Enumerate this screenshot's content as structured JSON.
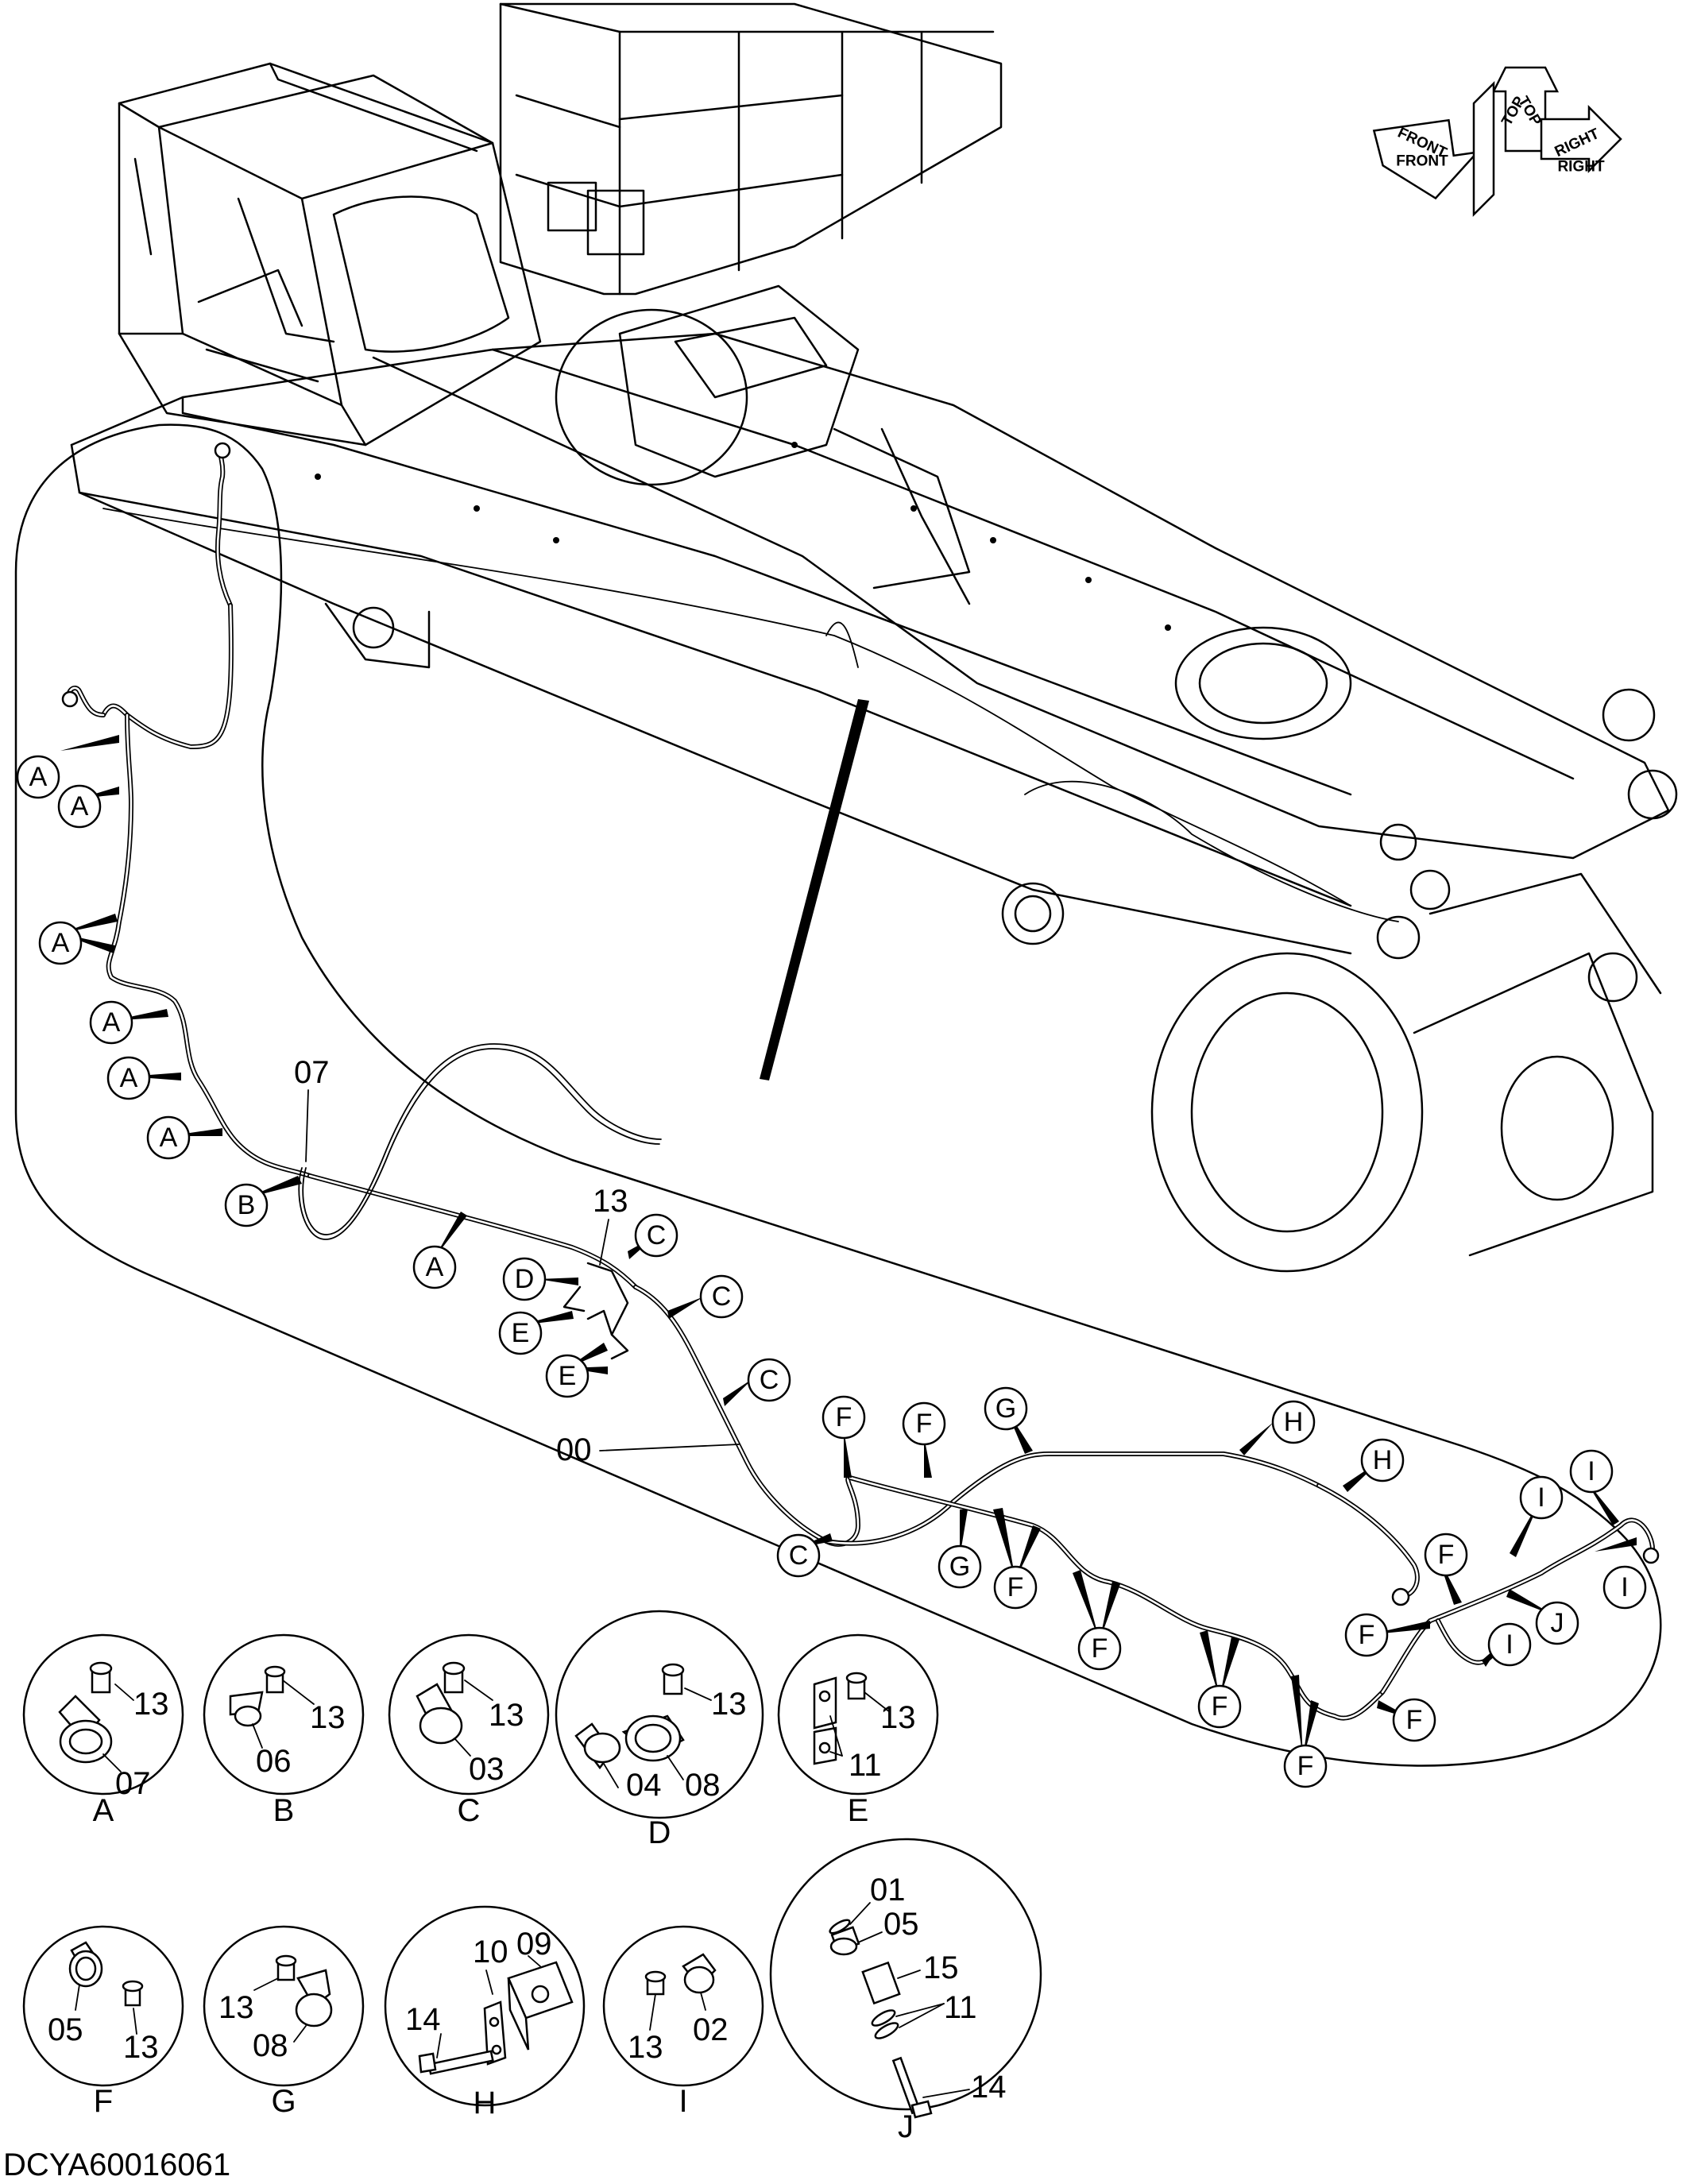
{
  "drawing_code": "DCYA60016061",
  "orientation": {
    "front": "FRONT",
    "top_front": "TOP",
    "top_right": "TOP",
    "right": "RIGHT",
    "right_small": "RIGHT",
    "front_small": "FRONT"
  },
  "harness_callouts": {
    "main_harness": "00",
    "clamp_b": "07",
    "clamp_c": "13"
  },
  "callout_letters": {
    "A": "A",
    "B": "B",
    "C": "C",
    "D": "D",
    "E": "E",
    "F": "F",
    "G": "G",
    "H": "H",
    "I": "I",
    "J": "J"
  },
  "details": [
    {
      "label": "A",
      "parts": [
        "13",
        "07"
      ]
    },
    {
      "label": "B",
      "parts": [
        "13",
        "06"
      ]
    },
    {
      "label": "C",
      "parts": [
        "13",
        "03"
      ]
    },
    {
      "label": "D",
      "parts": [
        "13",
        "04",
        "08"
      ]
    },
    {
      "label": "E",
      "parts": [
        "13",
        "11"
      ]
    },
    {
      "label": "F",
      "parts": [
        "05",
        "13"
      ]
    },
    {
      "label": "G",
      "parts": [
        "13",
        "08"
      ]
    },
    {
      "label": "H",
      "parts": [
        "14",
        "10",
        "09"
      ]
    },
    {
      "label": "I",
      "parts": [
        "13",
        "02"
      ]
    },
    {
      "label": "J",
      "parts": [
        "01",
        "05",
        "15",
        "11",
        "14"
      ]
    }
  ]
}
